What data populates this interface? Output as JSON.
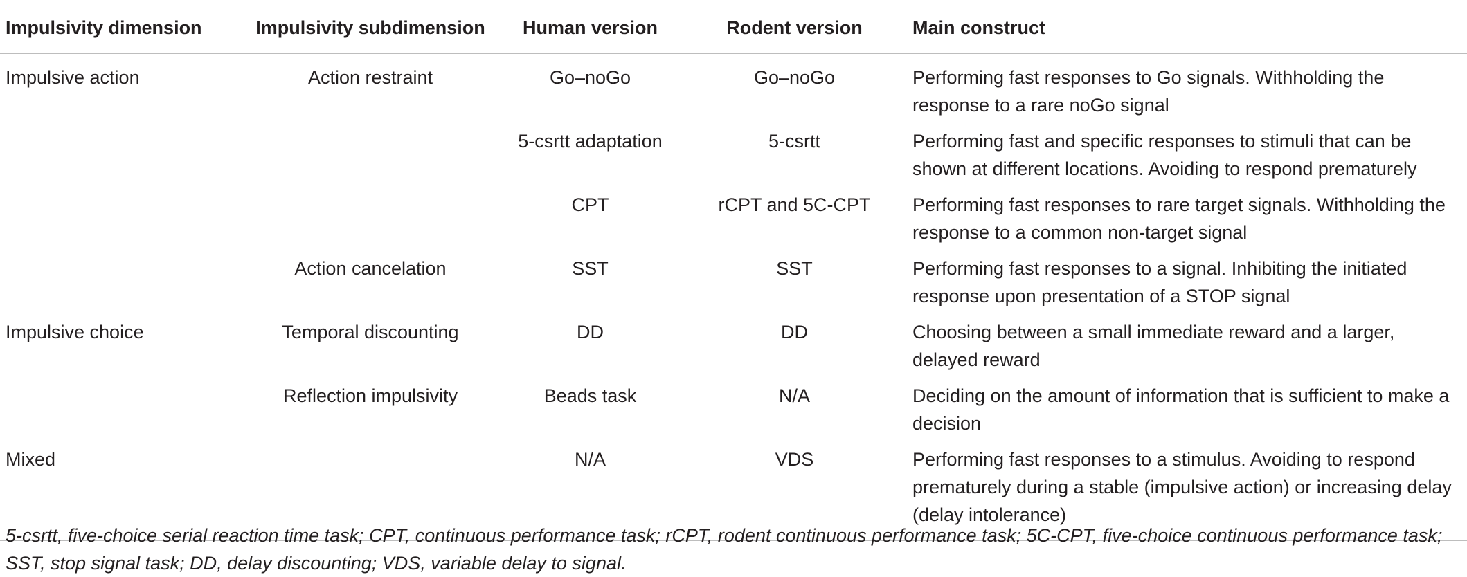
{
  "headers": [
    "Impulsivity dimension",
    "Impulsivity subdimension",
    "Human version",
    "Rodent version",
    "Main construct"
  ],
  "rows": [
    {
      "dimension": "Impulsive action",
      "subdimension": "Action restraint",
      "human": "Go–noGo",
      "rodent": "Go–noGo",
      "construct": "Performing fast responses to Go signals. Withholding the response to a rare noGo signal"
    },
    {
      "dimension": "",
      "subdimension": "",
      "human": "5-csrtt adaptation",
      "rodent": "5-csrtt",
      "construct": "Performing fast and specific responses to stimuli that can be shown at different locations. Avoiding to respond prematurely"
    },
    {
      "dimension": "",
      "subdimension": "",
      "human": "CPT",
      "rodent": "rCPT and 5C-CPT",
      "construct": "Performing fast responses to rare target signals. Withholding the response to a common non-target signal"
    },
    {
      "dimension": "",
      "subdimension": "Action cancelation",
      "human": "SST",
      "rodent": "SST",
      "construct": "Performing fast responses to a signal. Inhibiting the initiated response upon presentation of a STOP signal"
    },
    {
      "dimension": "Impulsive choice",
      "subdimension": "Temporal discounting",
      "human": "DD",
      "rodent": "DD",
      "construct": "Choosing between a small immediate reward and a larger, delayed reward"
    },
    {
      "dimension": "",
      "subdimension": "Reflection impulsivity",
      "human": "Beads task",
      "rodent": "N/A",
      "construct": "Deciding on the amount of information that is sufficient to make a decision"
    },
    {
      "dimension": "Mixed",
      "subdimension": "",
      "human": "N/A",
      "rodent": "VDS",
      "construct": "Performing fast responses to a stimulus. Avoiding to respond prematurely during a stable (impulsive action) or increasing delay (delay intolerance)"
    }
  ],
  "footnote": "5-csrtt, five-choice serial reaction time task; CPT, continuous performance task; rCPT, rodent continuous performance task; 5C-CPT, five-choice continuous performance task; SST, stop signal task; DD, delay discounting; VDS, variable delay to signal."
}
